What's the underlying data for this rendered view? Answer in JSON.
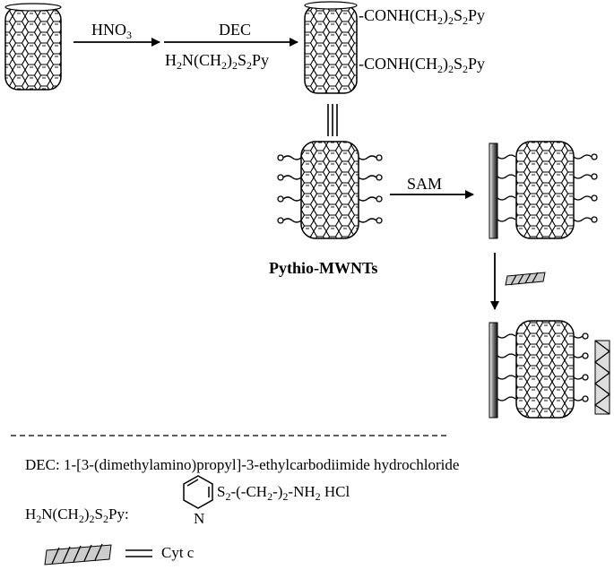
{
  "reagents": {
    "step1_top": "HNO",
    "step1_top_sub": "3",
    "step2_top": "DEC",
    "step2_bottom": {
      "a": "H",
      "a_sub": "2",
      "b": "N(CH",
      "b_sub": "2",
      "c": ")",
      "c_sub": "2",
      "d": "S",
      "d_sub": "2",
      "e": "Py"
    }
  },
  "product_groups": [
    {
      "a": "-CONH(CH",
      "a_sub": "2",
      "b": ")",
      "b_sub": "2",
      "c": "S",
      "c_sub": "2",
      "d": "Py"
    },
    {
      "a": "-CONH(CH",
      "a_sub": "2",
      "b": ")",
      "b_sub": "2",
      "c": "S",
      "c_sub": "2",
      "d": "Py"
    }
  ],
  "sam_label": "SAM",
  "pythio_label": "Pythio-MWNTs",
  "legend": {
    "dec_definition": "DEC: 1-[3-(dimethylamino)propyl]-3-ethylcarbodiimide hydrochloride",
    "linker_label": {
      "a": "H",
      "a_sub": "2",
      "b": "N(CH",
      "b_sub": "2",
      "c": ")",
      "c_sub": "2",
      "d": "S",
      "d_sub": "2",
      "e": "Py:"
    },
    "linker_formula": {
      "a": "S",
      "a_sub": "2",
      "b": "-(-CH",
      "b_sub": "2",
      "c": "-)",
      "c_sub": "2",
      "d": "-NH",
      "d_sub": "2",
      "e": " HCl"
    },
    "pyridine_n": "N",
    "cytc_label": "Cyt c"
  }
}
